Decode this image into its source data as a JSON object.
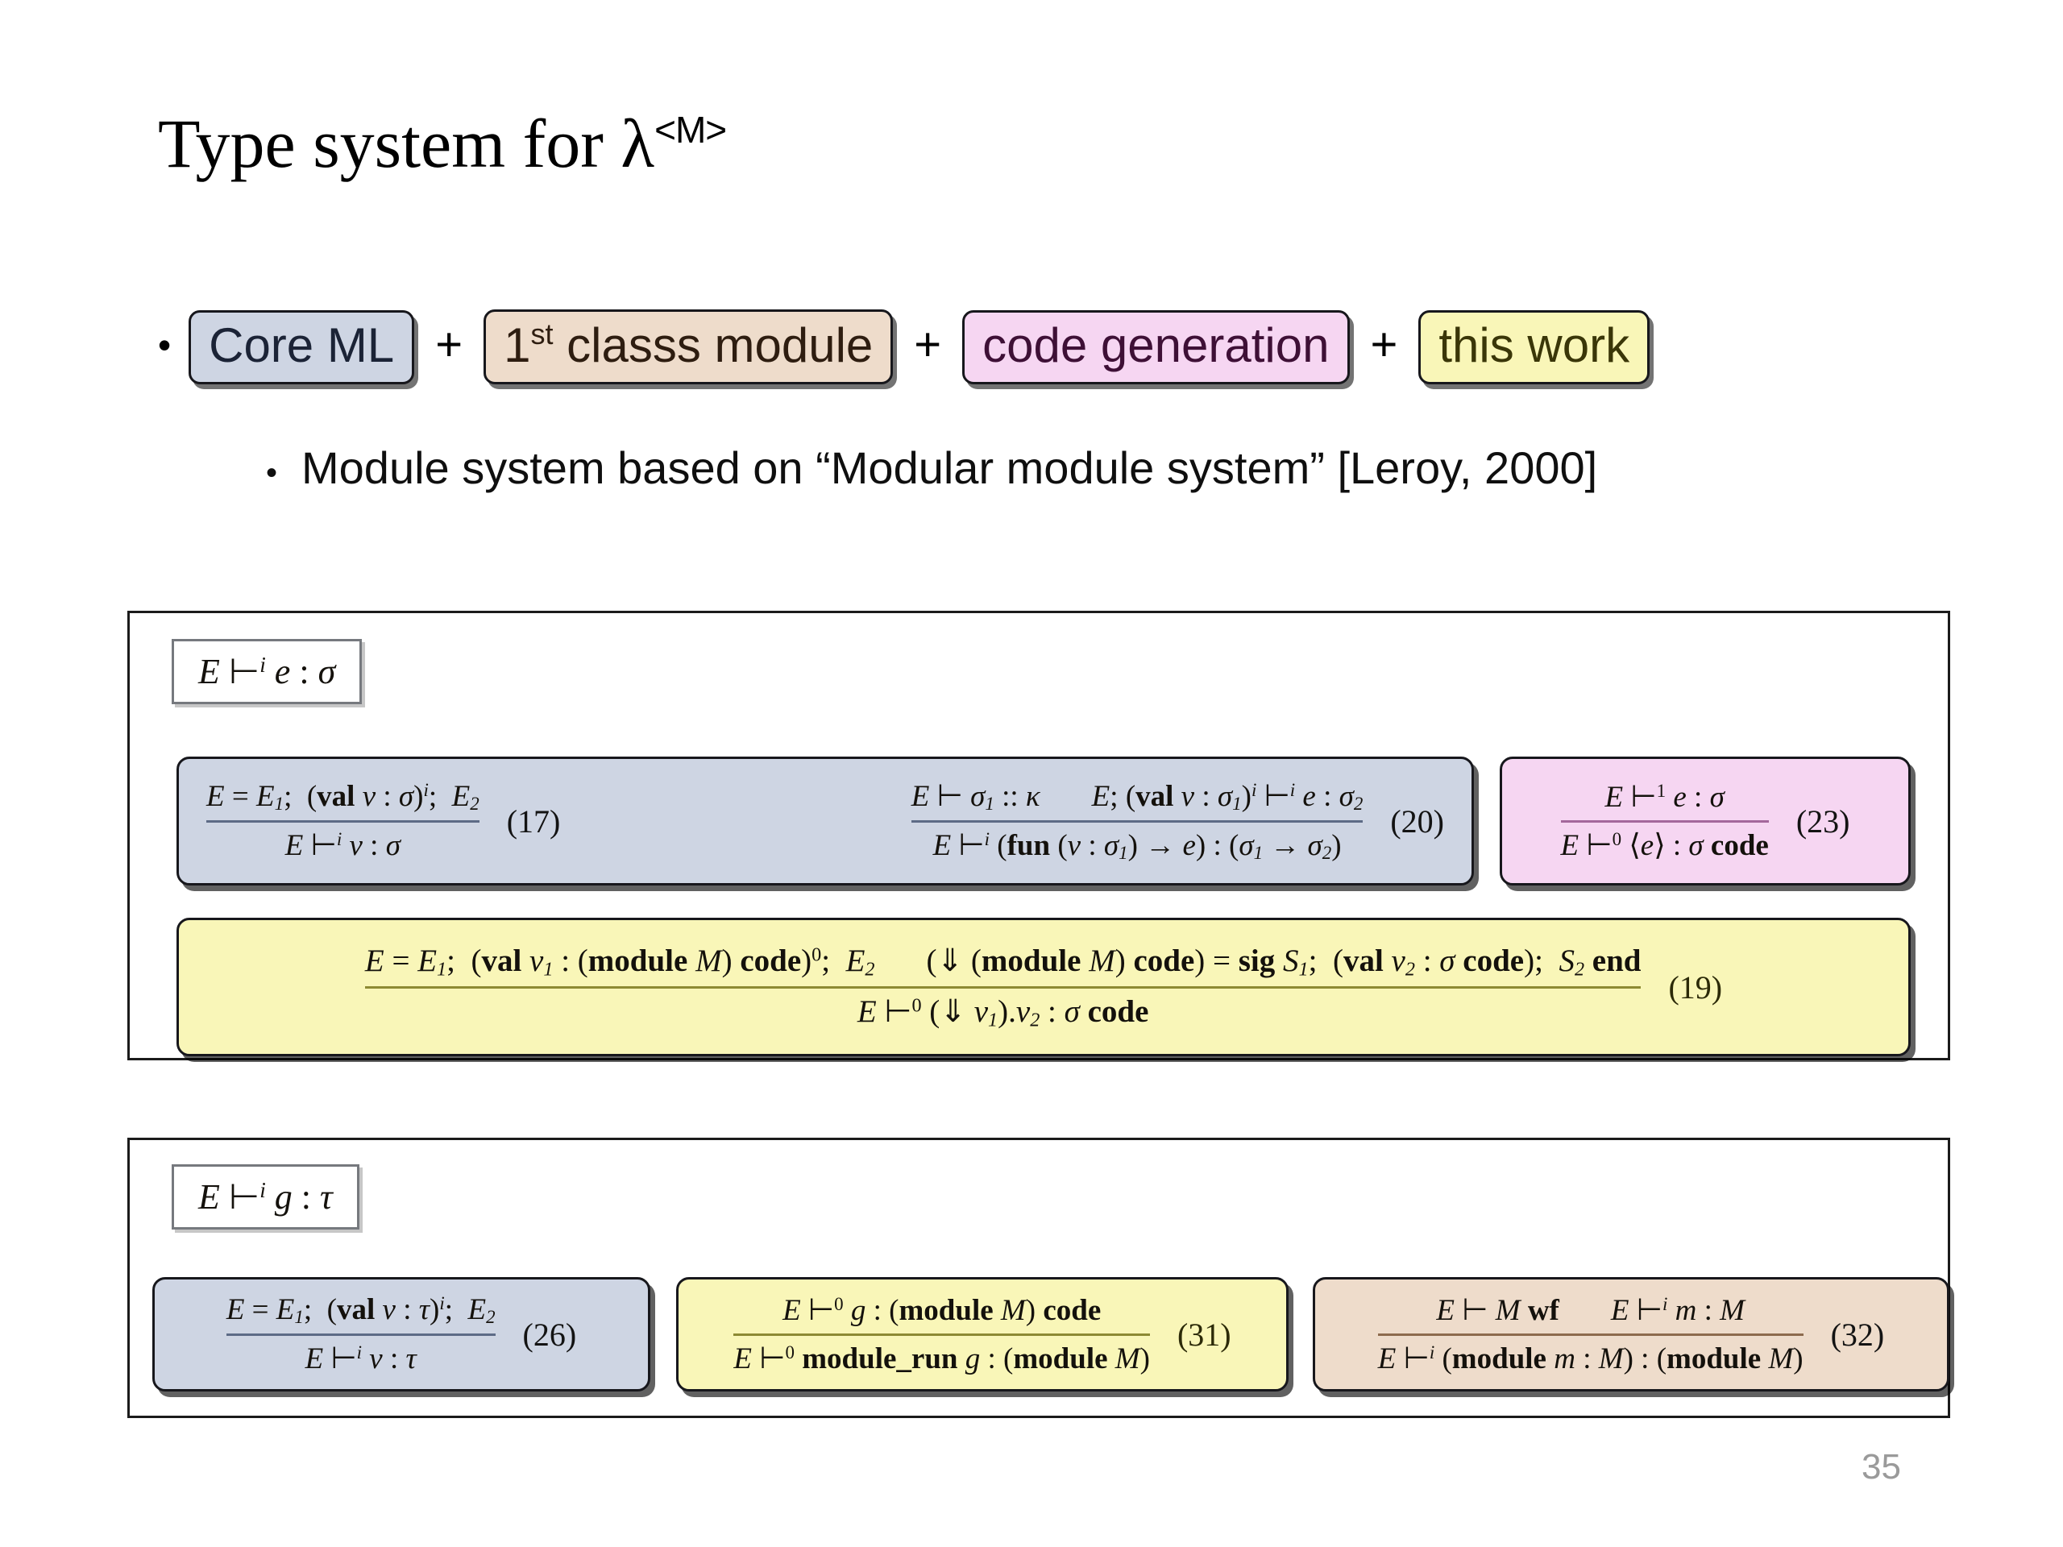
{
  "slide": {
    "title_main": "Type system for λ",
    "title_sup": "<M>",
    "page_number": "35"
  },
  "bullet": {
    "marker": "•",
    "plus": "+",
    "tags": [
      {
        "label": "Core ML",
        "color": "#ced5e3"
      },
      {
        "label_prefix": "1",
        "label_sup": "st",
        "label_rest": " classs module",
        "color": "#eedccb"
      },
      {
        "label": "code generation",
        "color": "#f6d6f2"
      },
      {
        "label": "this work",
        "color": "#f9f6b8"
      }
    ]
  },
  "sub_bullet": {
    "marker": "•",
    "text": "Module system based on “Modular module system” [Leroy, 2000]"
  },
  "panels": [
    {
      "name": "expression-typing",
      "judgment": "E ⊢i e : σ",
      "rules": [
        {
          "id": "17",
          "color": "#ced5e3",
          "premises": [
            "E = E1; (val v : σ)i; E2"
          ],
          "conclusion": "E ⊢i v : σ",
          "number": "(17)"
        },
        {
          "id": "20",
          "color": "#ced5e3",
          "premises": [
            "E ⊢ σ1 :: κ",
            "E; (val v : σ1)i ⊢i e : σ2"
          ],
          "conclusion": "E ⊢i (fun (v : σ1) → e) : (σ1 → σ2)",
          "number": "(20)"
        },
        {
          "id": "23",
          "color": "#f6d6f2",
          "premises": [
            "E ⊢1 e : σ"
          ],
          "conclusion": "E ⊢0 ⟨e⟩ : σ code",
          "number": "(23)"
        },
        {
          "id": "19",
          "color": "#f9f6b8",
          "premises": [
            "E = E1; (val v1 : (module M) code)0; E2",
            "(⇓ (module M) code) = sig S1; (val v2 : σ code); S2 end"
          ],
          "conclusion": "E ⊢0 (⇓ v1).v2 : σ code",
          "number": "(19)"
        }
      ]
    },
    {
      "name": "structure-typing",
      "judgment": "E ⊢i g : τ",
      "rules": [
        {
          "id": "26",
          "color": "#ced5e3",
          "premises": [
            "E = E1; (val v : τ)i; E2"
          ],
          "conclusion": "E ⊢i v : τ",
          "number": "(26)"
        },
        {
          "id": "31",
          "color": "#f9f6b8",
          "premises": [
            "E ⊢0 g : (module M) code"
          ],
          "conclusion": "E ⊢0 module_run g : (module M)",
          "number": "(31)"
        },
        {
          "id": "32",
          "color": "#eedccb",
          "premises": [
            "E ⊢ M wf",
            "E ⊢i m : M"
          ],
          "conclusion": "E ⊢i (module m : M) : (module M)",
          "number": "(32)"
        }
      ]
    }
  ],
  "equation_numbers": {
    "n17": "(17)",
    "n20": "(20)",
    "n23": "(23)",
    "n19": "(19)",
    "n26": "(26)",
    "n31": "(31)",
    "n32": "(32)"
  }
}
